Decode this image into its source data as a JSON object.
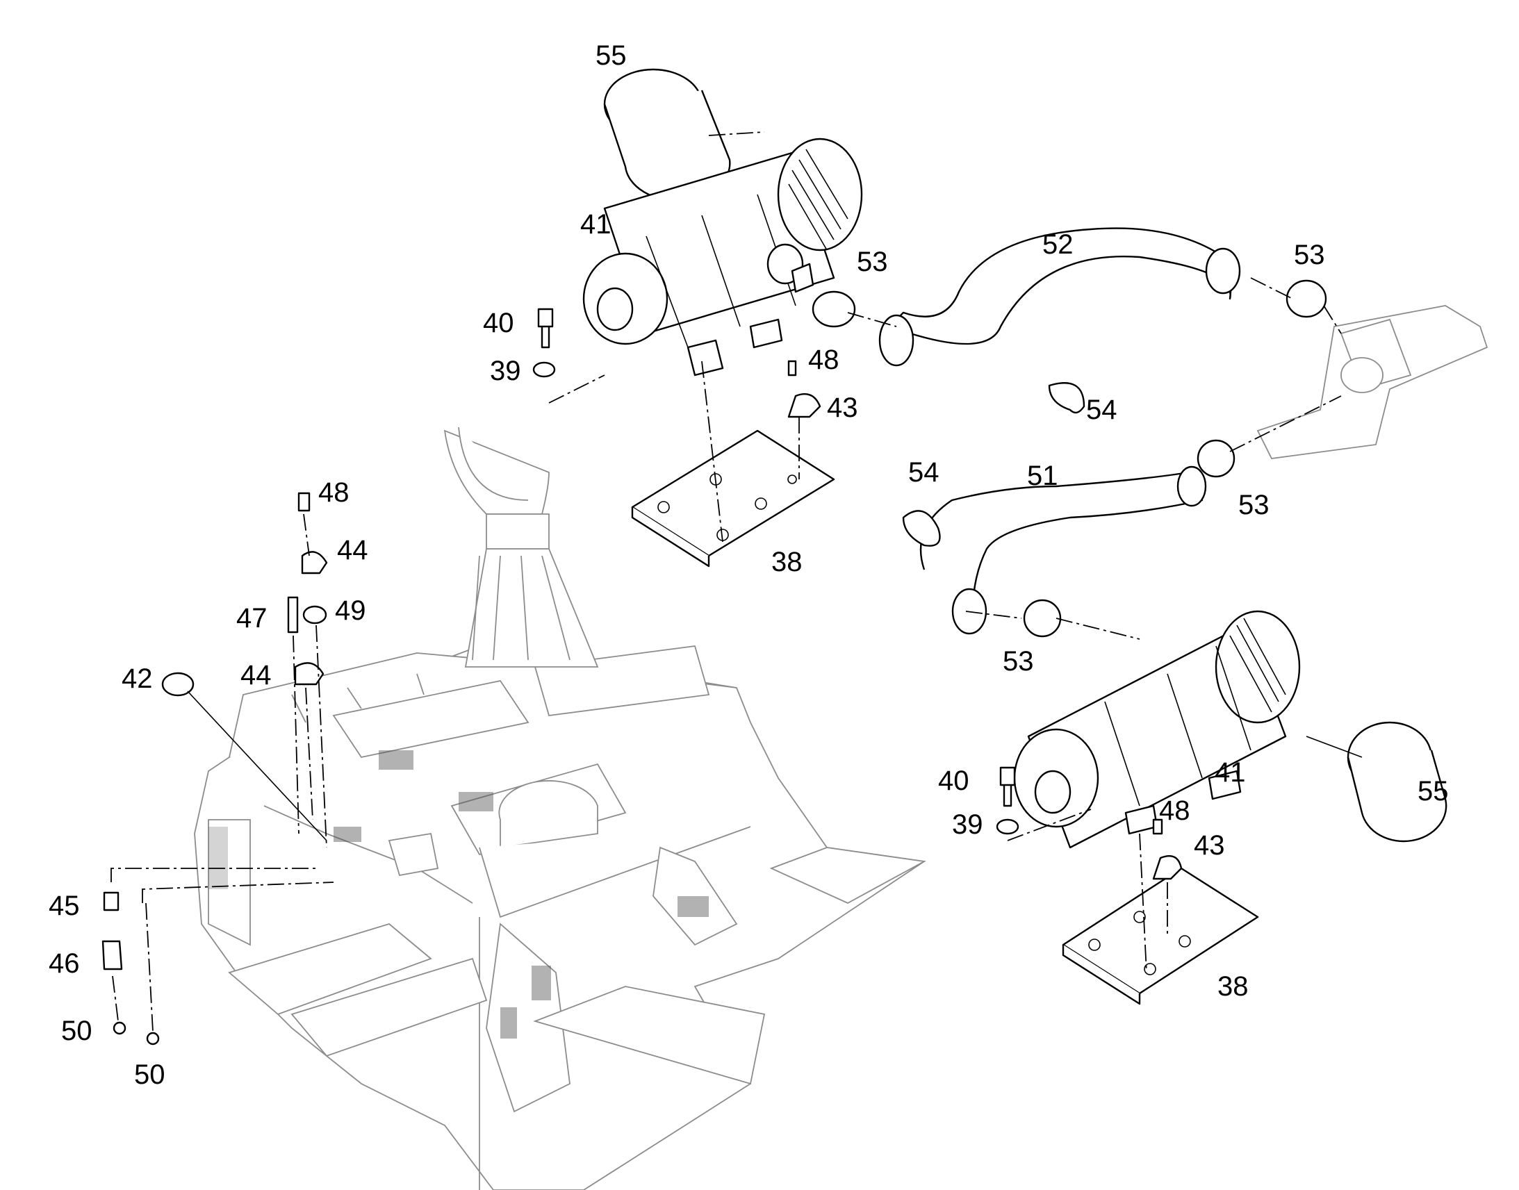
{
  "callouts": [
    {
      "label": "55"
    },
    {
      "label": "41"
    },
    {
      "label": "40"
    },
    {
      "label": "39"
    },
    {
      "label": "53"
    },
    {
      "label": "52"
    },
    {
      "label": "53"
    },
    {
      "label": "48"
    },
    {
      "label": "43"
    },
    {
      "label": "54"
    },
    {
      "label": "38"
    },
    {
      "label": "54"
    },
    {
      "label": "51"
    },
    {
      "label": "53"
    },
    {
      "label": "53"
    },
    {
      "label": "48"
    },
    {
      "label": "44"
    },
    {
      "label": "47"
    },
    {
      "label": "49"
    },
    {
      "label": "42"
    },
    {
      "label": "44"
    },
    {
      "label": "40"
    },
    {
      "label": "41"
    },
    {
      "label": "55"
    },
    {
      "label": "39"
    },
    {
      "label": "48"
    },
    {
      "label": "43"
    },
    {
      "label": "38"
    },
    {
      "label": "45"
    },
    {
      "label": "46"
    },
    {
      "label": "50"
    },
    {
      "label": "50"
    }
  ],
  "colors": {
    "line": "#000000",
    "background": "#ffffff",
    "ghost_line": "#8c8c8c"
  }
}
